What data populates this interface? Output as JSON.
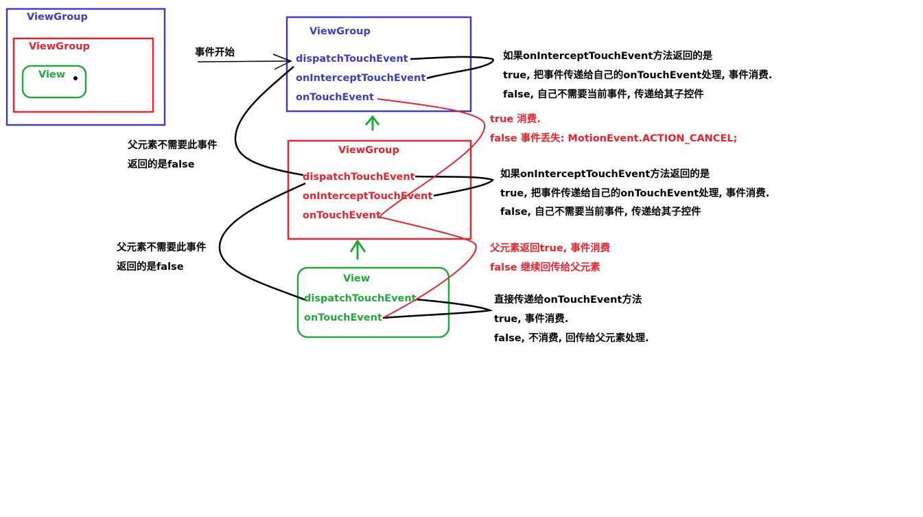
{
  "colors": {
    "blue": "#3c3cc4",
    "red": "#e8232c",
    "green": "#22a83a",
    "black": "#000000"
  },
  "legend": {
    "outer_label": "ViewGroup",
    "middle_label": "ViewGroup",
    "inner_label": "View"
  },
  "event_start": "事件开始",
  "top_group": {
    "title": "ViewGroup",
    "methods": [
      "dispatchTouchEvent",
      "onInterceptTouchEvent",
      "onTouchEvent"
    ]
  },
  "middle_group": {
    "title": "ViewGroup",
    "methods": [
      "dispatchTouchEvent",
      "onInterceptTouchEvent",
      "onTouchEvent"
    ]
  },
  "view_box": {
    "title": "View",
    "methods": [
      "dispatchTouchEvent",
      "onTouchEvent"
    ]
  },
  "notes": {
    "top_intercept": [
      "如果onInterceptTouchEvent方法返回的是",
      "true, 把事件传递给自己的onTouchEvent处理, 事件消费.",
      "false, 自己不需要当前事件, 传递给其子控件"
    ],
    "top_ontouch": [
      "true 消费.",
      "false 事件丢失: MotionEvent.ACTION_CANCEL;"
    ],
    "middle_intercept": [
      "如果onInterceptTouchEvent方法返回的是",
      "true, 把事件传递给自己的onTouchEvent处理, 事件消费.",
      "false, 自己不需要当前事件, 传递给其子控件"
    ],
    "middle_ontouch": [
      "父元素返回true, 事件消费",
      "false 继续回传给父元素"
    ],
    "view_dispatch": [
      "直接传递给onTouchEvent方法",
      "true, 事件消费.",
      "false, 不消费, 回传给父元素处理."
    ],
    "parent_not_needed_1": [
      "父元素不需要此事件",
      "返回的是false"
    ],
    "parent_not_needed_2": [
      "父元素不需要此事件",
      "返回的是false"
    ]
  }
}
